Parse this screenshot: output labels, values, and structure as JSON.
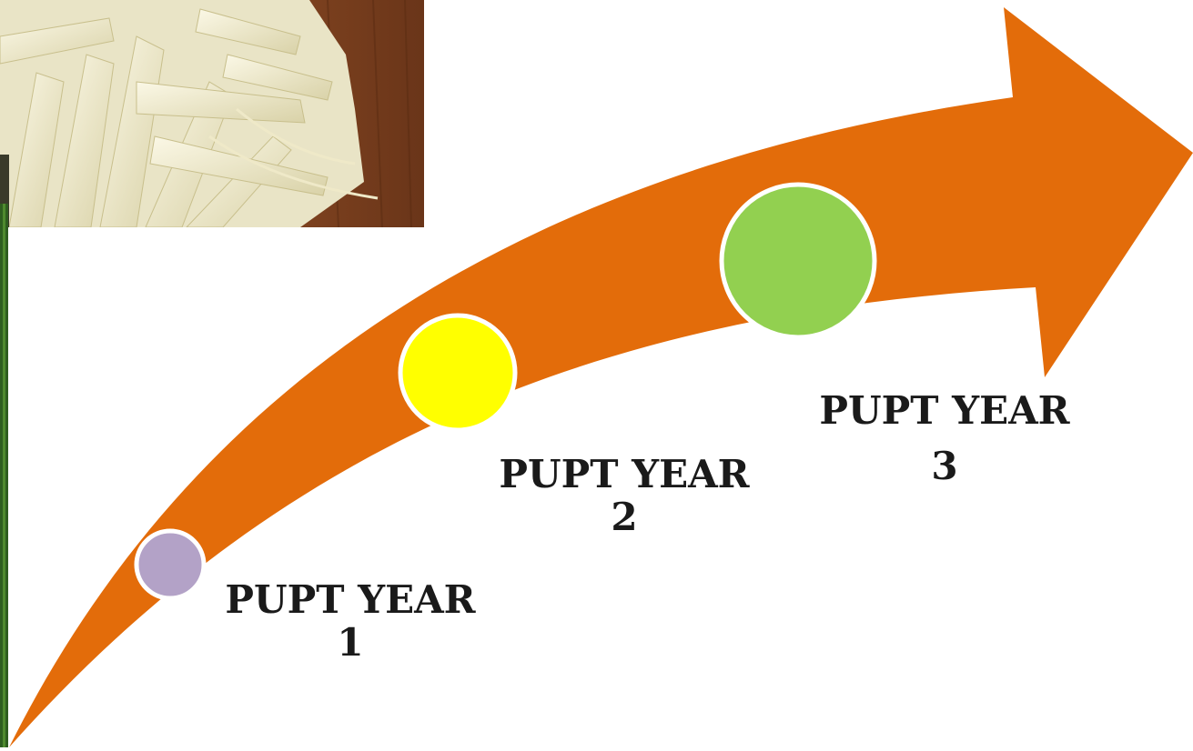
{
  "stages": [
    {
      "line1": "PUPT YEAR",
      "line2": "1",
      "color": "#b3a2c7"
    },
    {
      "line1": "PUPT YEAR",
      "line2": "2",
      "color": "#ffff00"
    },
    {
      "line1": "PUPT YEAR",
      "line2": "3",
      "color": "#92d050"
    }
  ],
  "colors": {
    "arrow": "#e36c0a",
    "circle_border": "#ffffff"
  }
}
